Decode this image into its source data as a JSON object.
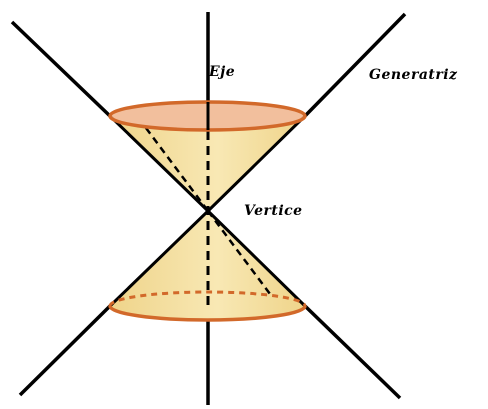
{
  "labels": {
    "axis": "Eje",
    "generatrix": "Generatriz",
    "vertex": "Vertice"
  },
  "colors": {
    "line": "#000000",
    "cone_fill": "#f3dc9a",
    "cone_fill_light": "#fbefc8",
    "rim_stroke": "#d2692a",
    "rim_fill": "#f0b48c"
  }
}
